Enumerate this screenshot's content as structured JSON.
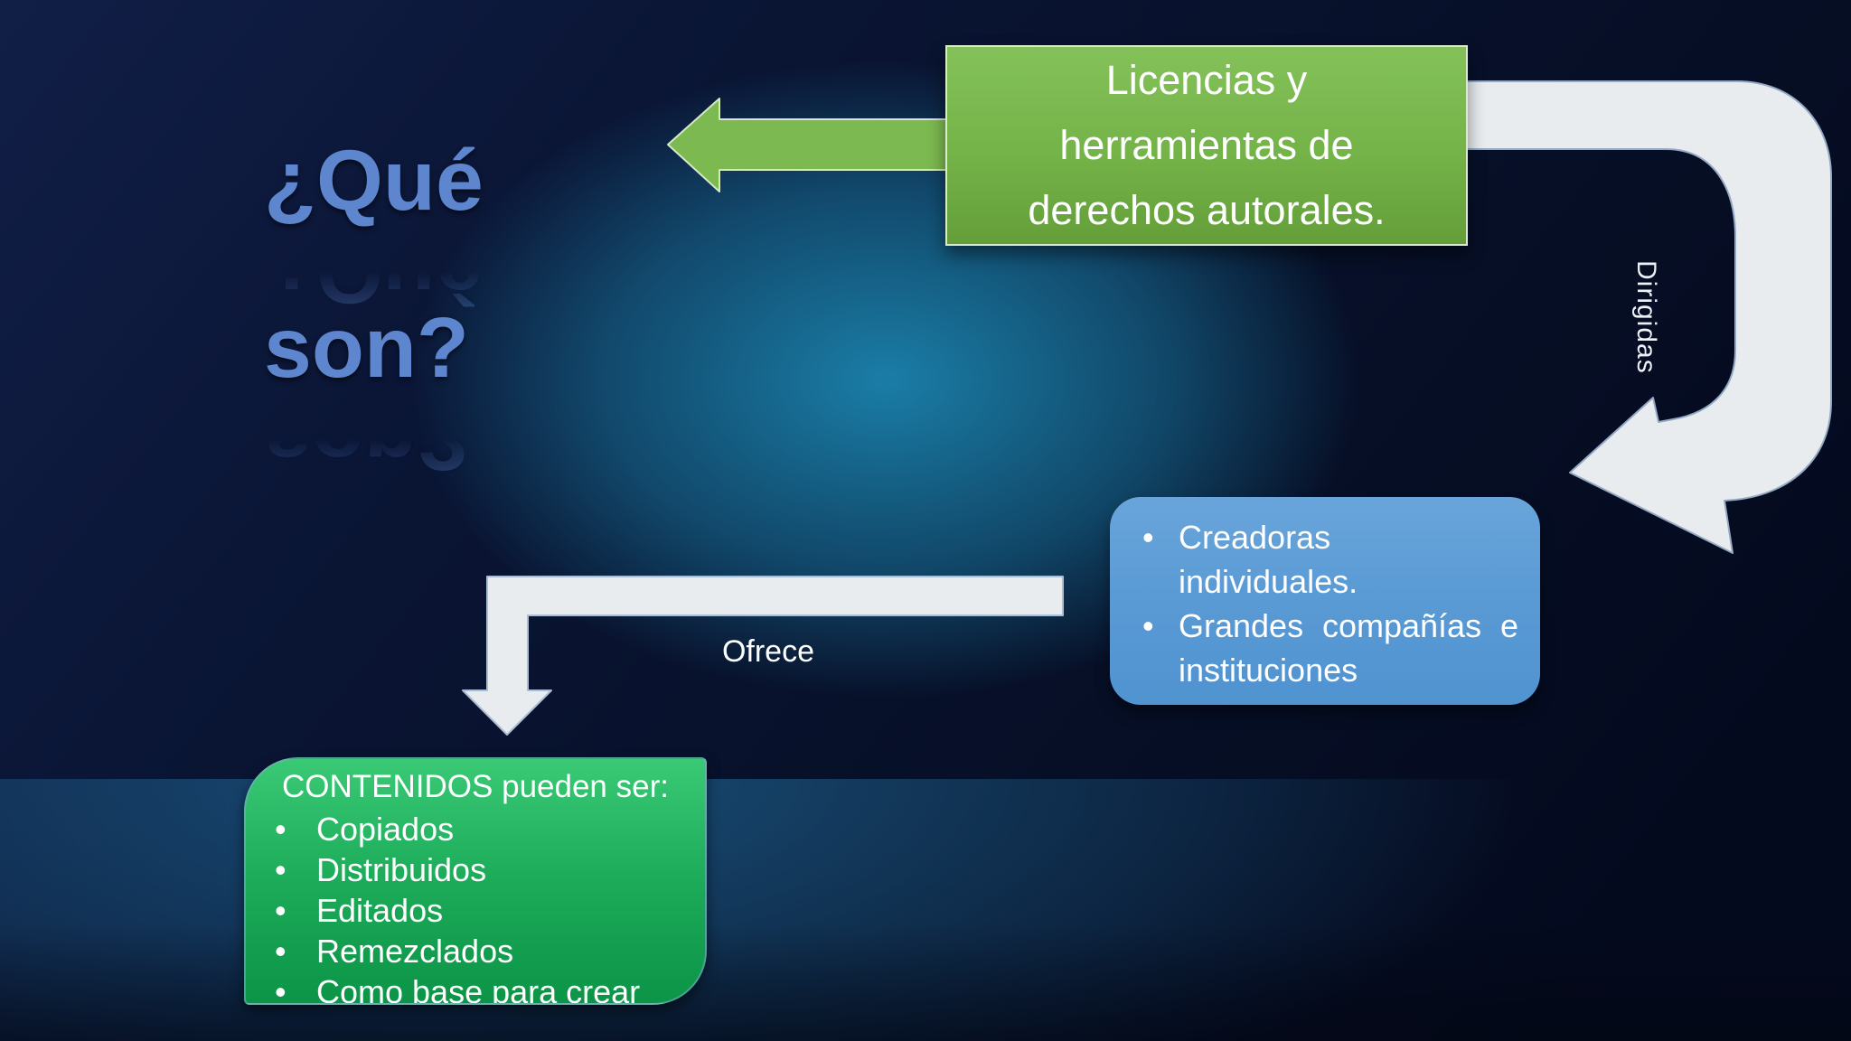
{
  "slide_title": {
    "line1": "¿Qué",
    "line2": "son?"
  },
  "licenses_box": {
    "lines": [
      "Licencias y",
      "herramientas de",
      "derechos autorales."
    ]
  },
  "labels": {
    "dirigidas": "Dirigidas",
    "ofrece": "Ofrece",
    "bullet": "•"
  },
  "audience_box": {
    "items": [
      "Creadoras individuales.",
      "Grandes compañías e instituciones"
    ]
  },
  "contents_box": {
    "title": "CONTENIDOS pueden ser:",
    "items": [
      "Copiados",
      "Distribuidos",
      "Editados",
      "Remezclados",
      "Como base para crear"
    ]
  },
  "colors": {
    "background_navy": "#081130",
    "glow_teal": "#1a81aa",
    "licenses_green": "#74b348",
    "audience_blue": "#5b9bd5",
    "contents_green_top": "#3ac975",
    "contents_green_bottom": "#0c9447",
    "arrow_light": "#e9ecef",
    "title_blue": "#5d86cf",
    "text_white": "#ffffff"
  }
}
